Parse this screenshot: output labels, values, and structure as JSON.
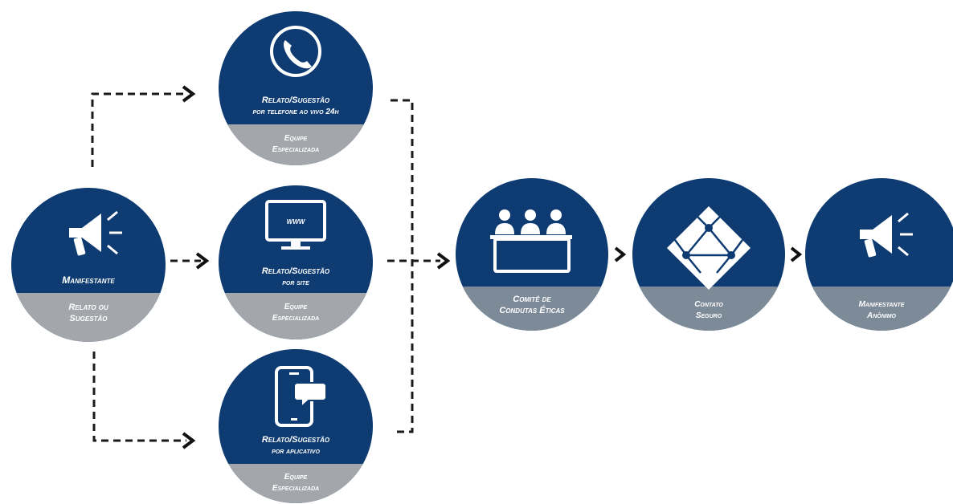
{
  "colors": {
    "navy": "#0d3b72",
    "gray": "#a3a6ab",
    "steel": "#7d8a98",
    "white": "#ffffff",
    "line": "#1a1a1a"
  },
  "nodes": {
    "manifestante": {
      "icon": "megaphone-icon",
      "title": "Manifestante",
      "band1": "Relato ou",
      "band2": "Sugestão"
    },
    "telefone": {
      "icon": "phone-icon",
      "title1": "Relato/Sugestão",
      "title2": "por telefone ao vivo 24h",
      "band1": "Equipe",
      "band2": "Especializada"
    },
    "site": {
      "icon": "monitor-www-icon",
      "screen_text": "www",
      "title1": "Relato/Sugestão",
      "title2": "por site",
      "band1": "Equipe",
      "band2": "Especializada"
    },
    "aplicativo": {
      "icon": "smartphone-chat-icon",
      "title1": "Relato/Sugestão",
      "title2": "por aplicativo",
      "band1": "Equipe",
      "band2": "Especializada"
    },
    "comite": {
      "icon": "committee-table-icon",
      "band1": "Comitê de",
      "band2": "Condutas Éticas"
    },
    "contato": {
      "icon": "network-diamond-icon",
      "band1": "Contato",
      "band2": "Seguro"
    },
    "anonimo": {
      "icon": "megaphone-icon",
      "band1": "Manifestante",
      "band2": "Anônimo"
    }
  }
}
